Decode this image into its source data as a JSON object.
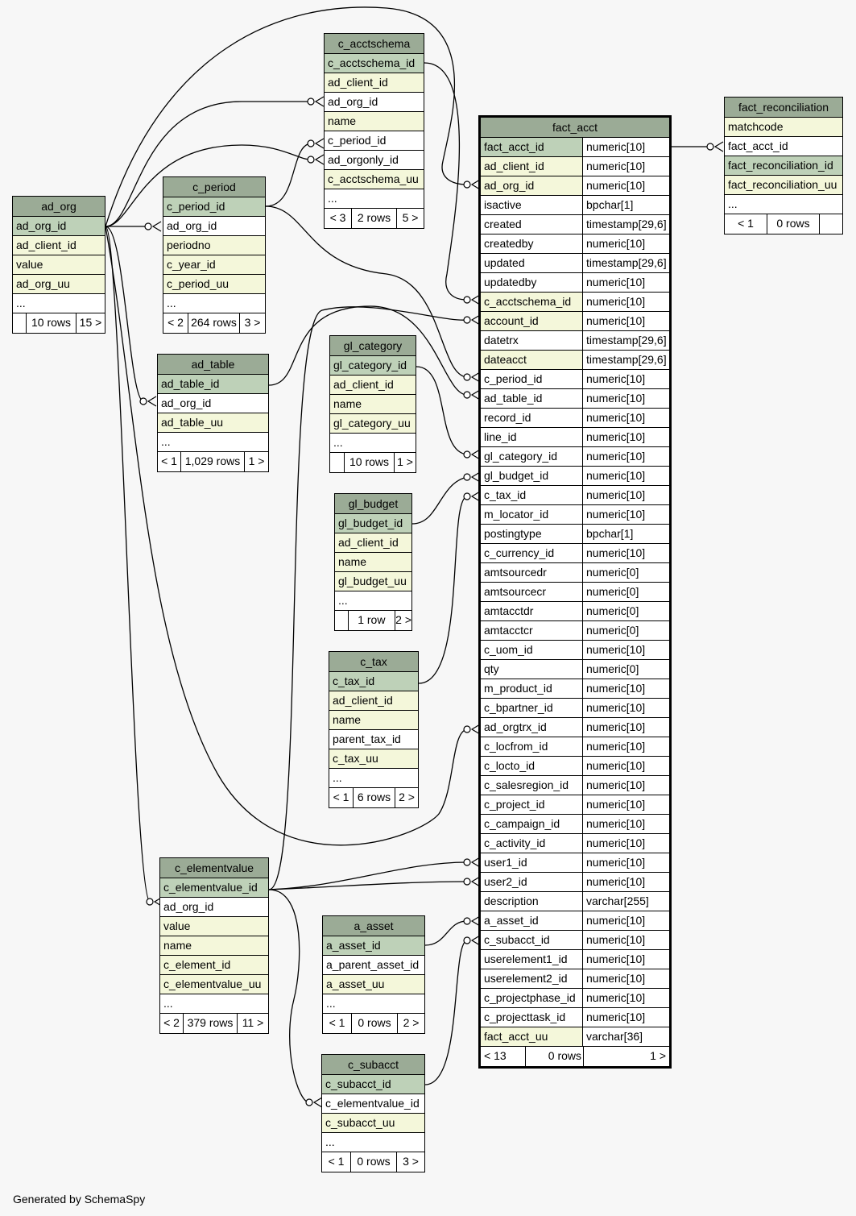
{
  "generated_by": "Generated by SchemaSpy",
  "tables": {
    "ad_org": {
      "title": "ad_org",
      "rows": [
        {
          "name": "ad_org_id",
          "kind": "pk"
        },
        {
          "name": "ad_client_id",
          "kind": "idx"
        },
        {
          "name": "value",
          "kind": "idx"
        },
        {
          "name": "ad_org_uu",
          "kind": "idx"
        }
      ],
      "ellipsis": "...",
      "footer": [
        "",
        "10 rows",
        "15 >"
      ]
    },
    "c_acctschema": {
      "title": "c_acctschema",
      "rows": [
        {
          "name": "c_acctschema_id",
          "kind": "pk"
        },
        {
          "name": "ad_client_id",
          "kind": "idx"
        },
        {
          "name": "ad_org_id",
          "kind": "plain"
        },
        {
          "name": "name",
          "kind": "idx"
        },
        {
          "name": "c_period_id",
          "kind": "plain"
        },
        {
          "name": "ad_orgonly_id",
          "kind": "plain"
        },
        {
          "name": "c_acctschema_uu",
          "kind": "idx"
        }
      ],
      "ellipsis": "...",
      "footer": [
        "< 3",
        "2 rows",
        "5 >"
      ]
    },
    "c_period": {
      "title": "c_period",
      "rows": [
        {
          "name": "c_period_id",
          "kind": "pk"
        },
        {
          "name": "ad_org_id",
          "kind": "plain"
        },
        {
          "name": "periodno",
          "kind": "idx"
        },
        {
          "name": "c_year_id",
          "kind": "idx"
        },
        {
          "name": "c_period_uu",
          "kind": "idx"
        }
      ],
      "ellipsis": "...",
      "footer": [
        "< 2",
        "264 rows",
        "3 >"
      ]
    },
    "ad_table": {
      "title": "ad_table",
      "rows": [
        {
          "name": "ad_table_id",
          "kind": "pk"
        },
        {
          "name": "ad_org_id",
          "kind": "plain"
        },
        {
          "name": "ad_table_uu",
          "kind": "idx"
        }
      ],
      "ellipsis": "...",
      "footer": [
        "< 1",
        "1,029 rows",
        "1 >"
      ]
    },
    "gl_category": {
      "title": "gl_category",
      "rows": [
        {
          "name": "gl_category_id",
          "kind": "pk"
        },
        {
          "name": "ad_client_id",
          "kind": "idx"
        },
        {
          "name": "name",
          "kind": "idx"
        },
        {
          "name": "gl_category_uu",
          "kind": "idx"
        }
      ],
      "ellipsis": "...",
      "footer": [
        "",
        "10 rows",
        "1 >"
      ]
    },
    "gl_budget": {
      "title": "gl_budget",
      "rows": [
        {
          "name": "gl_budget_id",
          "kind": "pk"
        },
        {
          "name": "ad_client_id",
          "kind": "idx"
        },
        {
          "name": "name",
          "kind": "idx"
        },
        {
          "name": "gl_budget_uu",
          "kind": "idx"
        }
      ],
      "ellipsis": "...",
      "footer": [
        "",
        "1 row",
        "2 >"
      ]
    },
    "c_tax": {
      "title": "c_tax",
      "rows": [
        {
          "name": "c_tax_id",
          "kind": "pk"
        },
        {
          "name": "ad_client_id",
          "kind": "idx"
        },
        {
          "name": "name",
          "kind": "idx"
        },
        {
          "name": "parent_tax_id",
          "kind": "plain"
        },
        {
          "name": "c_tax_uu",
          "kind": "idx"
        }
      ],
      "ellipsis": "...",
      "footer": [
        "< 1",
        "6 rows",
        "2 >"
      ]
    },
    "c_elementvalue": {
      "title": "c_elementvalue",
      "rows": [
        {
          "name": "c_elementvalue_id",
          "kind": "pk"
        },
        {
          "name": "ad_org_id",
          "kind": "plain"
        },
        {
          "name": "value",
          "kind": "idx"
        },
        {
          "name": "name",
          "kind": "idx"
        },
        {
          "name": "c_element_id",
          "kind": "idx"
        },
        {
          "name": "c_elementvalue_uu",
          "kind": "idx"
        }
      ],
      "ellipsis": "...",
      "footer": [
        "< 2",
        "379 rows",
        "11 >"
      ]
    },
    "a_asset": {
      "title": "a_asset",
      "rows": [
        {
          "name": "a_asset_id",
          "kind": "pk"
        },
        {
          "name": "a_parent_asset_id",
          "kind": "plain"
        },
        {
          "name": "a_asset_uu",
          "kind": "idx"
        }
      ],
      "ellipsis": "...",
      "footer": [
        "< 1",
        "0 rows",
        "2 >"
      ]
    },
    "c_subacct": {
      "title": "c_subacct",
      "rows": [
        {
          "name": "c_subacct_id",
          "kind": "pk"
        },
        {
          "name": "c_elementvalue_id",
          "kind": "plain"
        },
        {
          "name": "c_subacct_uu",
          "kind": "idx"
        }
      ],
      "ellipsis": "...",
      "footer": [
        "< 1",
        "0 rows",
        "3 >"
      ]
    },
    "fact_reconciliation": {
      "title": "fact_reconciliation",
      "rows": [
        {
          "name": "matchcode",
          "kind": "idx"
        },
        {
          "name": "fact_acct_id",
          "kind": "plain"
        },
        {
          "name": "fact_reconciliation_id",
          "kind": "pk"
        },
        {
          "name": "fact_reconciliation_uu",
          "kind": "idx"
        }
      ],
      "ellipsis": "...",
      "footer": [
        "< 1",
        "0 rows",
        ""
      ]
    },
    "fact_acct": {
      "title": "fact_acct",
      "rows": [
        {
          "name": "fact_acct_id",
          "type": "numeric[10]",
          "kind": "pk"
        },
        {
          "name": "ad_client_id",
          "type": "numeric[10]",
          "kind": "idx"
        },
        {
          "name": "ad_org_id",
          "type": "numeric[10]",
          "kind": "idx"
        },
        {
          "name": "isactive",
          "type": "bpchar[1]",
          "kind": "plain"
        },
        {
          "name": "created",
          "type": "timestamp[29,6]",
          "kind": "plain"
        },
        {
          "name": "createdby",
          "type": "numeric[10]",
          "kind": "plain"
        },
        {
          "name": "updated",
          "type": "timestamp[29,6]",
          "kind": "plain"
        },
        {
          "name": "updatedby",
          "type": "numeric[10]",
          "kind": "plain"
        },
        {
          "name": "c_acctschema_id",
          "type": "numeric[10]",
          "kind": "idx"
        },
        {
          "name": "account_id",
          "type": "numeric[10]",
          "kind": "idx"
        },
        {
          "name": "datetrx",
          "type": "timestamp[29,6]",
          "kind": "plain"
        },
        {
          "name": "dateacct",
          "type": "timestamp[29,6]",
          "kind": "idx"
        },
        {
          "name": "c_period_id",
          "type": "numeric[10]",
          "kind": "plain"
        },
        {
          "name": "ad_table_id",
          "type": "numeric[10]",
          "kind": "plain"
        },
        {
          "name": "record_id",
          "type": "numeric[10]",
          "kind": "plain"
        },
        {
          "name": "line_id",
          "type": "numeric[10]",
          "kind": "plain"
        },
        {
          "name": "gl_category_id",
          "type": "numeric[10]",
          "kind": "plain"
        },
        {
          "name": "gl_budget_id",
          "type": "numeric[10]",
          "kind": "plain"
        },
        {
          "name": "c_tax_id",
          "type": "numeric[10]",
          "kind": "plain"
        },
        {
          "name": "m_locator_id",
          "type": "numeric[10]",
          "kind": "plain"
        },
        {
          "name": "postingtype",
          "type": "bpchar[1]",
          "kind": "plain"
        },
        {
          "name": "c_currency_id",
          "type": "numeric[10]",
          "kind": "plain"
        },
        {
          "name": "amtsourcedr",
          "type": "numeric[0]",
          "kind": "plain"
        },
        {
          "name": "amtsourcecr",
          "type": "numeric[0]",
          "kind": "plain"
        },
        {
          "name": "amtacctdr",
          "type": "numeric[0]",
          "kind": "plain"
        },
        {
          "name": "amtacctcr",
          "type": "numeric[0]",
          "kind": "plain"
        },
        {
          "name": "c_uom_id",
          "type": "numeric[10]",
          "kind": "plain"
        },
        {
          "name": "qty",
          "type": "numeric[0]",
          "kind": "plain"
        },
        {
          "name": "m_product_id",
          "type": "numeric[10]",
          "kind": "plain"
        },
        {
          "name": "c_bpartner_id",
          "type": "numeric[10]",
          "kind": "plain"
        },
        {
          "name": "ad_orgtrx_id",
          "type": "numeric[10]",
          "kind": "plain"
        },
        {
          "name": "c_locfrom_id",
          "type": "numeric[10]",
          "kind": "plain"
        },
        {
          "name": "c_locto_id",
          "type": "numeric[10]",
          "kind": "plain"
        },
        {
          "name": "c_salesregion_id",
          "type": "numeric[10]",
          "kind": "plain"
        },
        {
          "name": "c_project_id",
          "type": "numeric[10]",
          "kind": "plain"
        },
        {
          "name": "c_campaign_id",
          "type": "numeric[10]",
          "kind": "plain"
        },
        {
          "name": "c_activity_id",
          "type": "numeric[10]",
          "kind": "plain"
        },
        {
          "name": "user1_id",
          "type": "numeric[10]",
          "kind": "plain"
        },
        {
          "name": "user2_id",
          "type": "numeric[10]",
          "kind": "plain"
        },
        {
          "name": "description",
          "type": "varchar[255]",
          "kind": "plain"
        },
        {
          "name": "a_asset_id",
          "type": "numeric[10]",
          "kind": "plain"
        },
        {
          "name": "c_subacct_id",
          "type": "numeric[10]",
          "kind": "plain"
        },
        {
          "name": "userelement1_id",
          "type": "numeric[10]",
          "kind": "plain"
        },
        {
          "name": "userelement2_id",
          "type": "numeric[10]",
          "kind": "plain"
        },
        {
          "name": "c_projectphase_id",
          "type": "numeric[10]",
          "kind": "plain"
        },
        {
          "name": "c_projecttask_id",
          "type": "numeric[10]",
          "kind": "plain"
        },
        {
          "name": "fact_acct_uu",
          "type": "varchar[36]",
          "kind": "idx"
        }
      ],
      "footer": [
        "< 13",
        "0 rows",
        "1 >"
      ]
    }
  },
  "relationships": [
    {
      "from": "ad_org.ad_org_id",
      "to": "c_acctschema.ad_org_id"
    },
    {
      "from": "ad_org.ad_org_id",
      "to": "c_acctschema.ad_orgonly_id"
    },
    {
      "from": "ad_org.ad_org_id",
      "to": "c_period.ad_org_id"
    },
    {
      "from": "ad_org.ad_org_id",
      "to": "ad_table.ad_org_id"
    },
    {
      "from": "ad_org.ad_org_id",
      "to": "c_elementvalue.ad_org_id"
    },
    {
      "from": "ad_org.ad_org_id",
      "to": "fact_acct.ad_org_id"
    },
    {
      "from": "ad_org.ad_org_id",
      "to": "fact_acct.ad_orgtrx_id"
    },
    {
      "from": "c_period.c_period_id",
      "to": "c_acctschema.c_period_id"
    },
    {
      "from": "c_period.c_period_id",
      "to": "fact_acct.c_period_id"
    },
    {
      "from": "c_acctschema.c_acctschema_id",
      "to": "fact_acct.c_acctschema_id"
    },
    {
      "from": "ad_table.ad_table_id",
      "to": "fact_acct.ad_table_id"
    },
    {
      "from": "gl_category.gl_category_id",
      "to": "fact_acct.gl_category_id"
    },
    {
      "from": "gl_budget.gl_budget_id",
      "to": "fact_acct.gl_budget_id"
    },
    {
      "from": "c_tax.c_tax_id",
      "to": "fact_acct.c_tax_id"
    },
    {
      "from": "c_elementvalue.c_elementvalue_id",
      "to": "fact_acct.account_id"
    },
    {
      "from": "c_elementvalue.c_elementvalue_id",
      "to": "fact_acct.user1_id"
    },
    {
      "from": "c_elementvalue.c_elementvalue_id",
      "to": "fact_acct.user2_id"
    },
    {
      "from": "c_elementvalue.c_elementvalue_id",
      "to": "c_subacct.c_elementvalue_id"
    },
    {
      "from": "a_asset.a_asset_id",
      "to": "fact_acct.a_asset_id"
    },
    {
      "from": "c_subacct.c_subacct_id",
      "to": "fact_acct.c_subacct_id"
    },
    {
      "from": "fact_acct.fact_acct_id",
      "to": "fact_reconciliation.fact_acct_id"
    }
  ]
}
